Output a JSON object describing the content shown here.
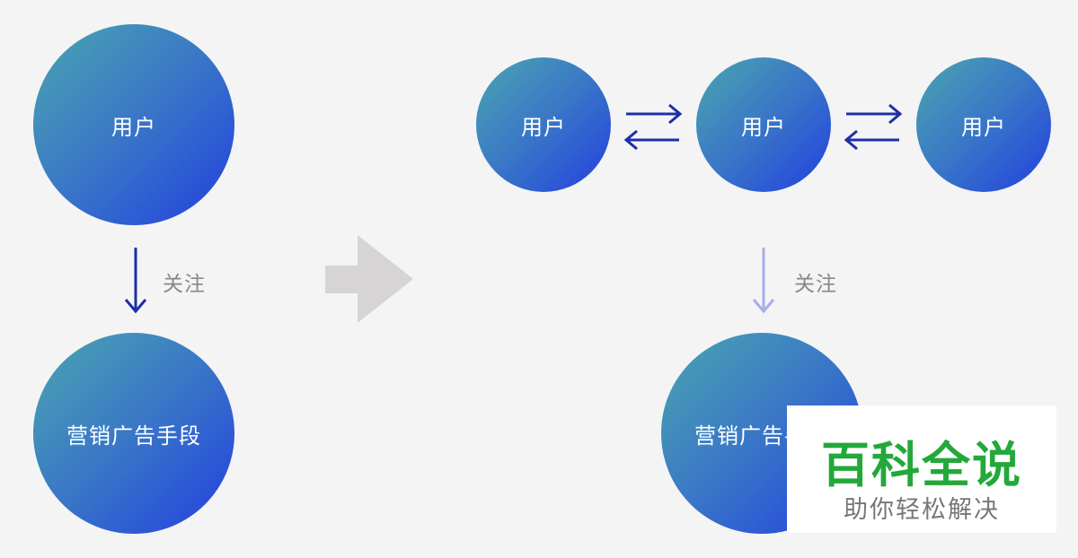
{
  "left": {
    "top_node": "用户",
    "edge_label": "关注",
    "bottom_node": "营销广告手段"
  },
  "right": {
    "nodes": [
      "用户",
      "用户",
      "用户"
    ],
    "edge_label": "关注",
    "bottom_node": "营销广告手段"
  },
  "colors": {
    "node_start": "#4aa6b0",
    "node_end": "#2240e0",
    "arrow_dark": "#1d2fa8",
    "arrow_light": "#a9aee8",
    "transition_arrow": "#d6d4d4",
    "watermark_green": "#23a83a"
  },
  "watermark": {
    "title": "百科全说",
    "subtitle": "助你轻松解决"
  }
}
